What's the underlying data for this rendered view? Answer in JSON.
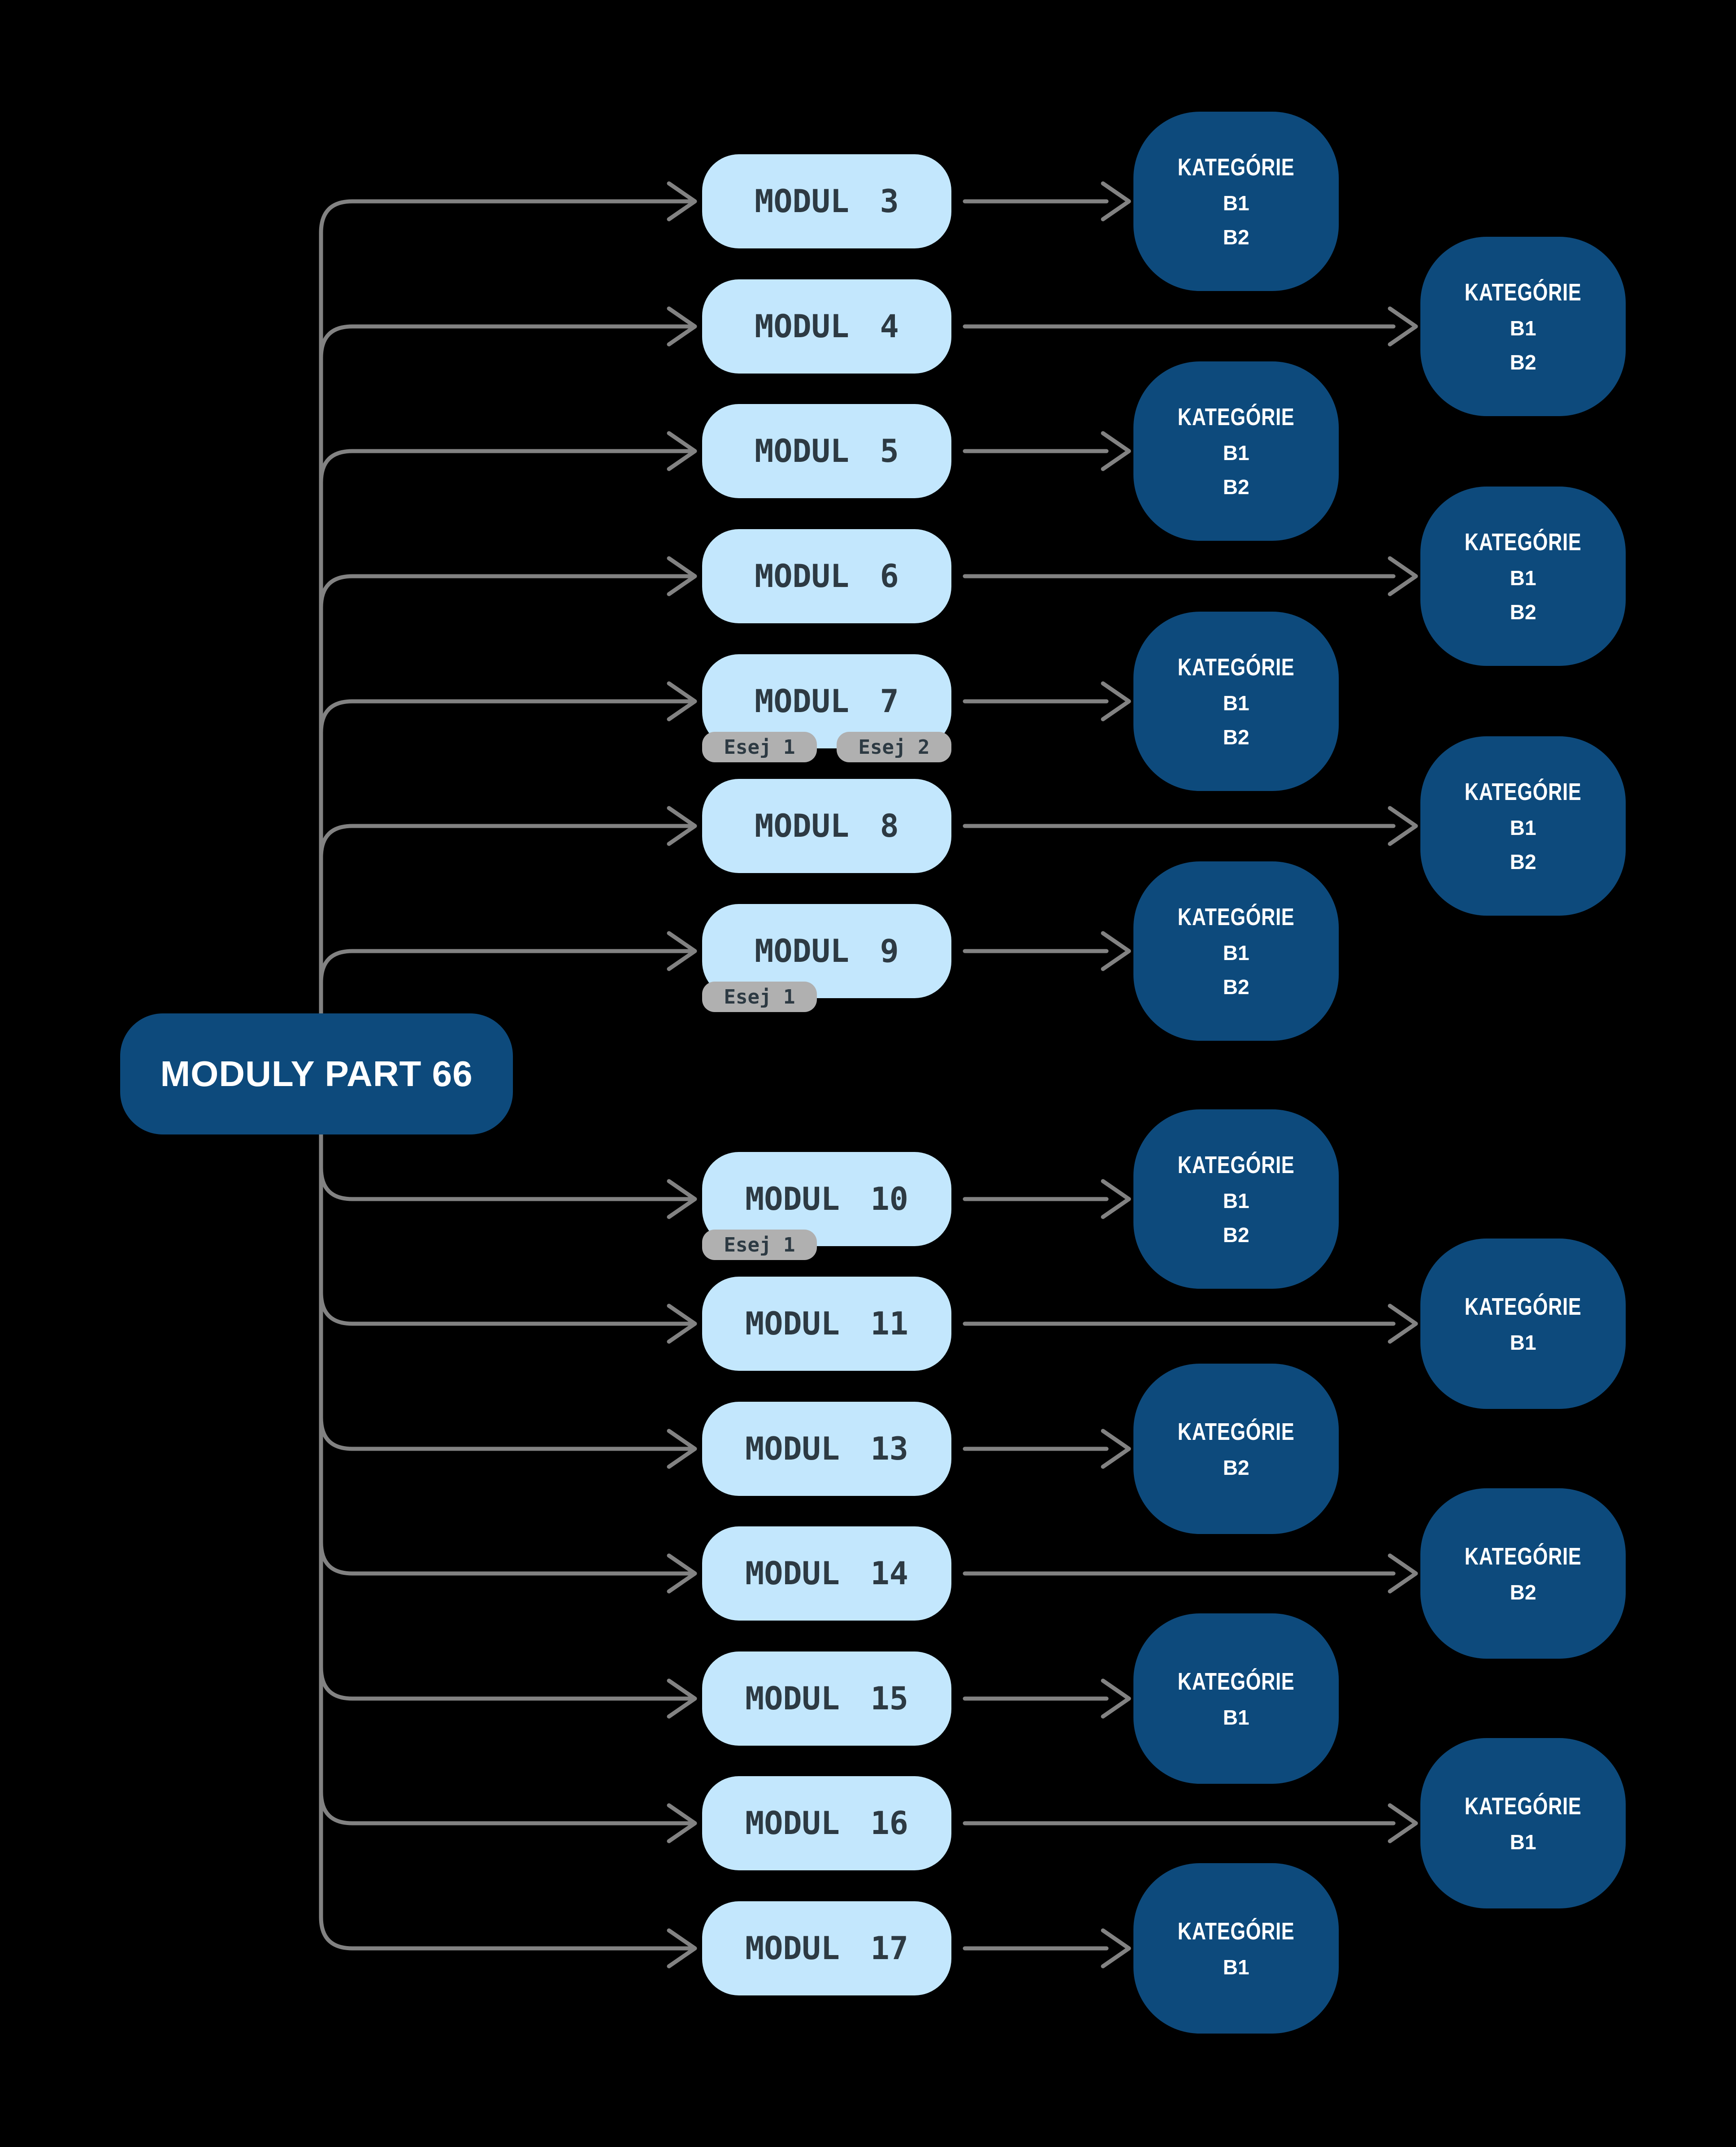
{
  "colors": {
    "background": "#000000",
    "node_dark_blue": "#0d4a7c",
    "node_light_blue": "#c3e7fd",
    "node_text_dark": "#2d3a43",
    "node_text_light": "#ffffff",
    "badge_gray": "#b0b0b0",
    "connector_gray": "#828282"
  },
  "root": {
    "label": "MODULY PART 66"
  },
  "icons": {
    "arrowhead": "chevron-right-icon"
  },
  "rows": [
    {
      "module": "MODUL 3",
      "esej": [],
      "kategorie": {
        "title": "KATEGÓRIE",
        "levels": [
          "B1",
          "B2"
        ],
        "column": "near"
      }
    },
    {
      "module": "MODUL 4",
      "esej": [],
      "kategorie": {
        "title": "KATEGÓRIE",
        "levels": [
          "B1",
          "B2"
        ],
        "column": "far"
      }
    },
    {
      "module": "MODUL 5",
      "esej": [],
      "kategorie": {
        "title": "KATEGÓRIE",
        "levels": [
          "B1",
          "B2"
        ],
        "column": "near"
      }
    },
    {
      "module": "MODUL 6",
      "esej": [],
      "kategorie": {
        "title": "KATEGÓRIE",
        "levels": [
          "B1",
          "B2"
        ],
        "column": "far"
      }
    },
    {
      "module": "MODUL 7",
      "esej": [
        "Esej 1",
        "Esej 2"
      ],
      "kategorie": {
        "title": "KATEGÓRIE",
        "levels": [
          "B1",
          "B2"
        ],
        "column": "near"
      }
    },
    {
      "module": "MODUL 8",
      "esej": [],
      "kategorie": {
        "title": "KATEGÓRIE",
        "levels": [
          "B1",
          "B2"
        ],
        "column": "far"
      }
    },
    {
      "module": "MODUL 9",
      "esej": [
        "Esej 1"
      ],
      "kategorie": {
        "title": "KATEGÓRIE",
        "levels": [
          "B1",
          "B2"
        ],
        "column": "near"
      }
    },
    {
      "module": "MODUL 10",
      "esej": [
        "Esej 1"
      ],
      "kategorie": {
        "title": "KATEGÓRIE",
        "levels": [
          "B1",
          "B2"
        ],
        "column": "near"
      }
    },
    {
      "module": "MODUL 11",
      "esej": [],
      "kategorie": {
        "title": "KATEGÓRIE",
        "levels": [
          "B1"
        ],
        "column": "far"
      }
    },
    {
      "module": "MODUL 13",
      "esej": [],
      "kategorie": {
        "title": "KATEGÓRIE",
        "levels": [
          "B2"
        ],
        "column": "near"
      }
    },
    {
      "module": "MODUL 14",
      "esej": [],
      "kategorie": {
        "title": "KATEGÓRIE",
        "levels": [
          "B2"
        ],
        "column": "far"
      }
    },
    {
      "module": "MODUL 15",
      "esej": [],
      "kategorie": {
        "title": "KATEGÓRIE",
        "levels": [
          "B1"
        ],
        "column": "near"
      }
    },
    {
      "module": "MODUL 16",
      "esej": [],
      "kategorie": {
        "title": "KATEGÓRIE",
        "levels": [
          "B1"
        ],
        "column": "far"
      }
    },
    {
      "module": "MODUL 17",
      "esej": [],
      "kategorie": {
        "title": "KATEGÓRIE",
        "levels": [
          "B1"
        ],
        "column": "near"
      }
    }
  ]
}
